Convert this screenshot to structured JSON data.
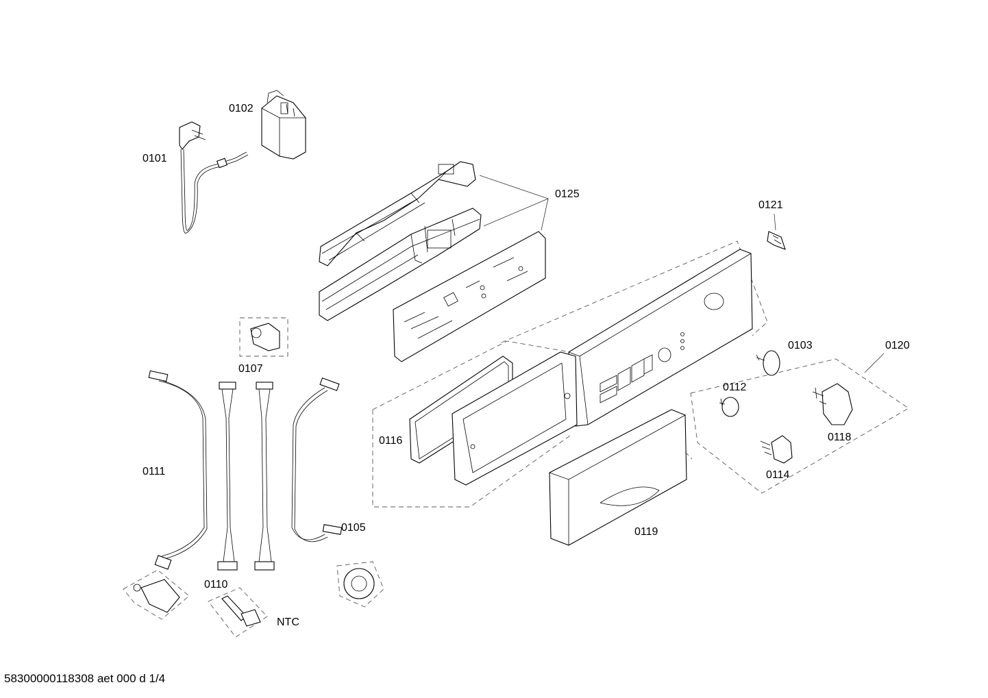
{
  "diagram": {
    "labels": {
      "p0101": "0101",
      "p0102": "0102",
      "p0125": "0125",
      "p0121": "0121",
      "p0107": "0107",
      "p0103": "0103",
      "p0120": "0120",
      "p0112": "0112",
      "p0116": "0116",
      "p0118": "0118",
      "p0114": "0114",
      "p0111": "0111",
      "p0105": "0105",
      "p0119": "0119",
      "p0110": "0110",
      "ntc": "NTC"
    }
  },
  "footer": {
    "document_code": "58300000118308 aet 000 d 1/4"
  }
}
